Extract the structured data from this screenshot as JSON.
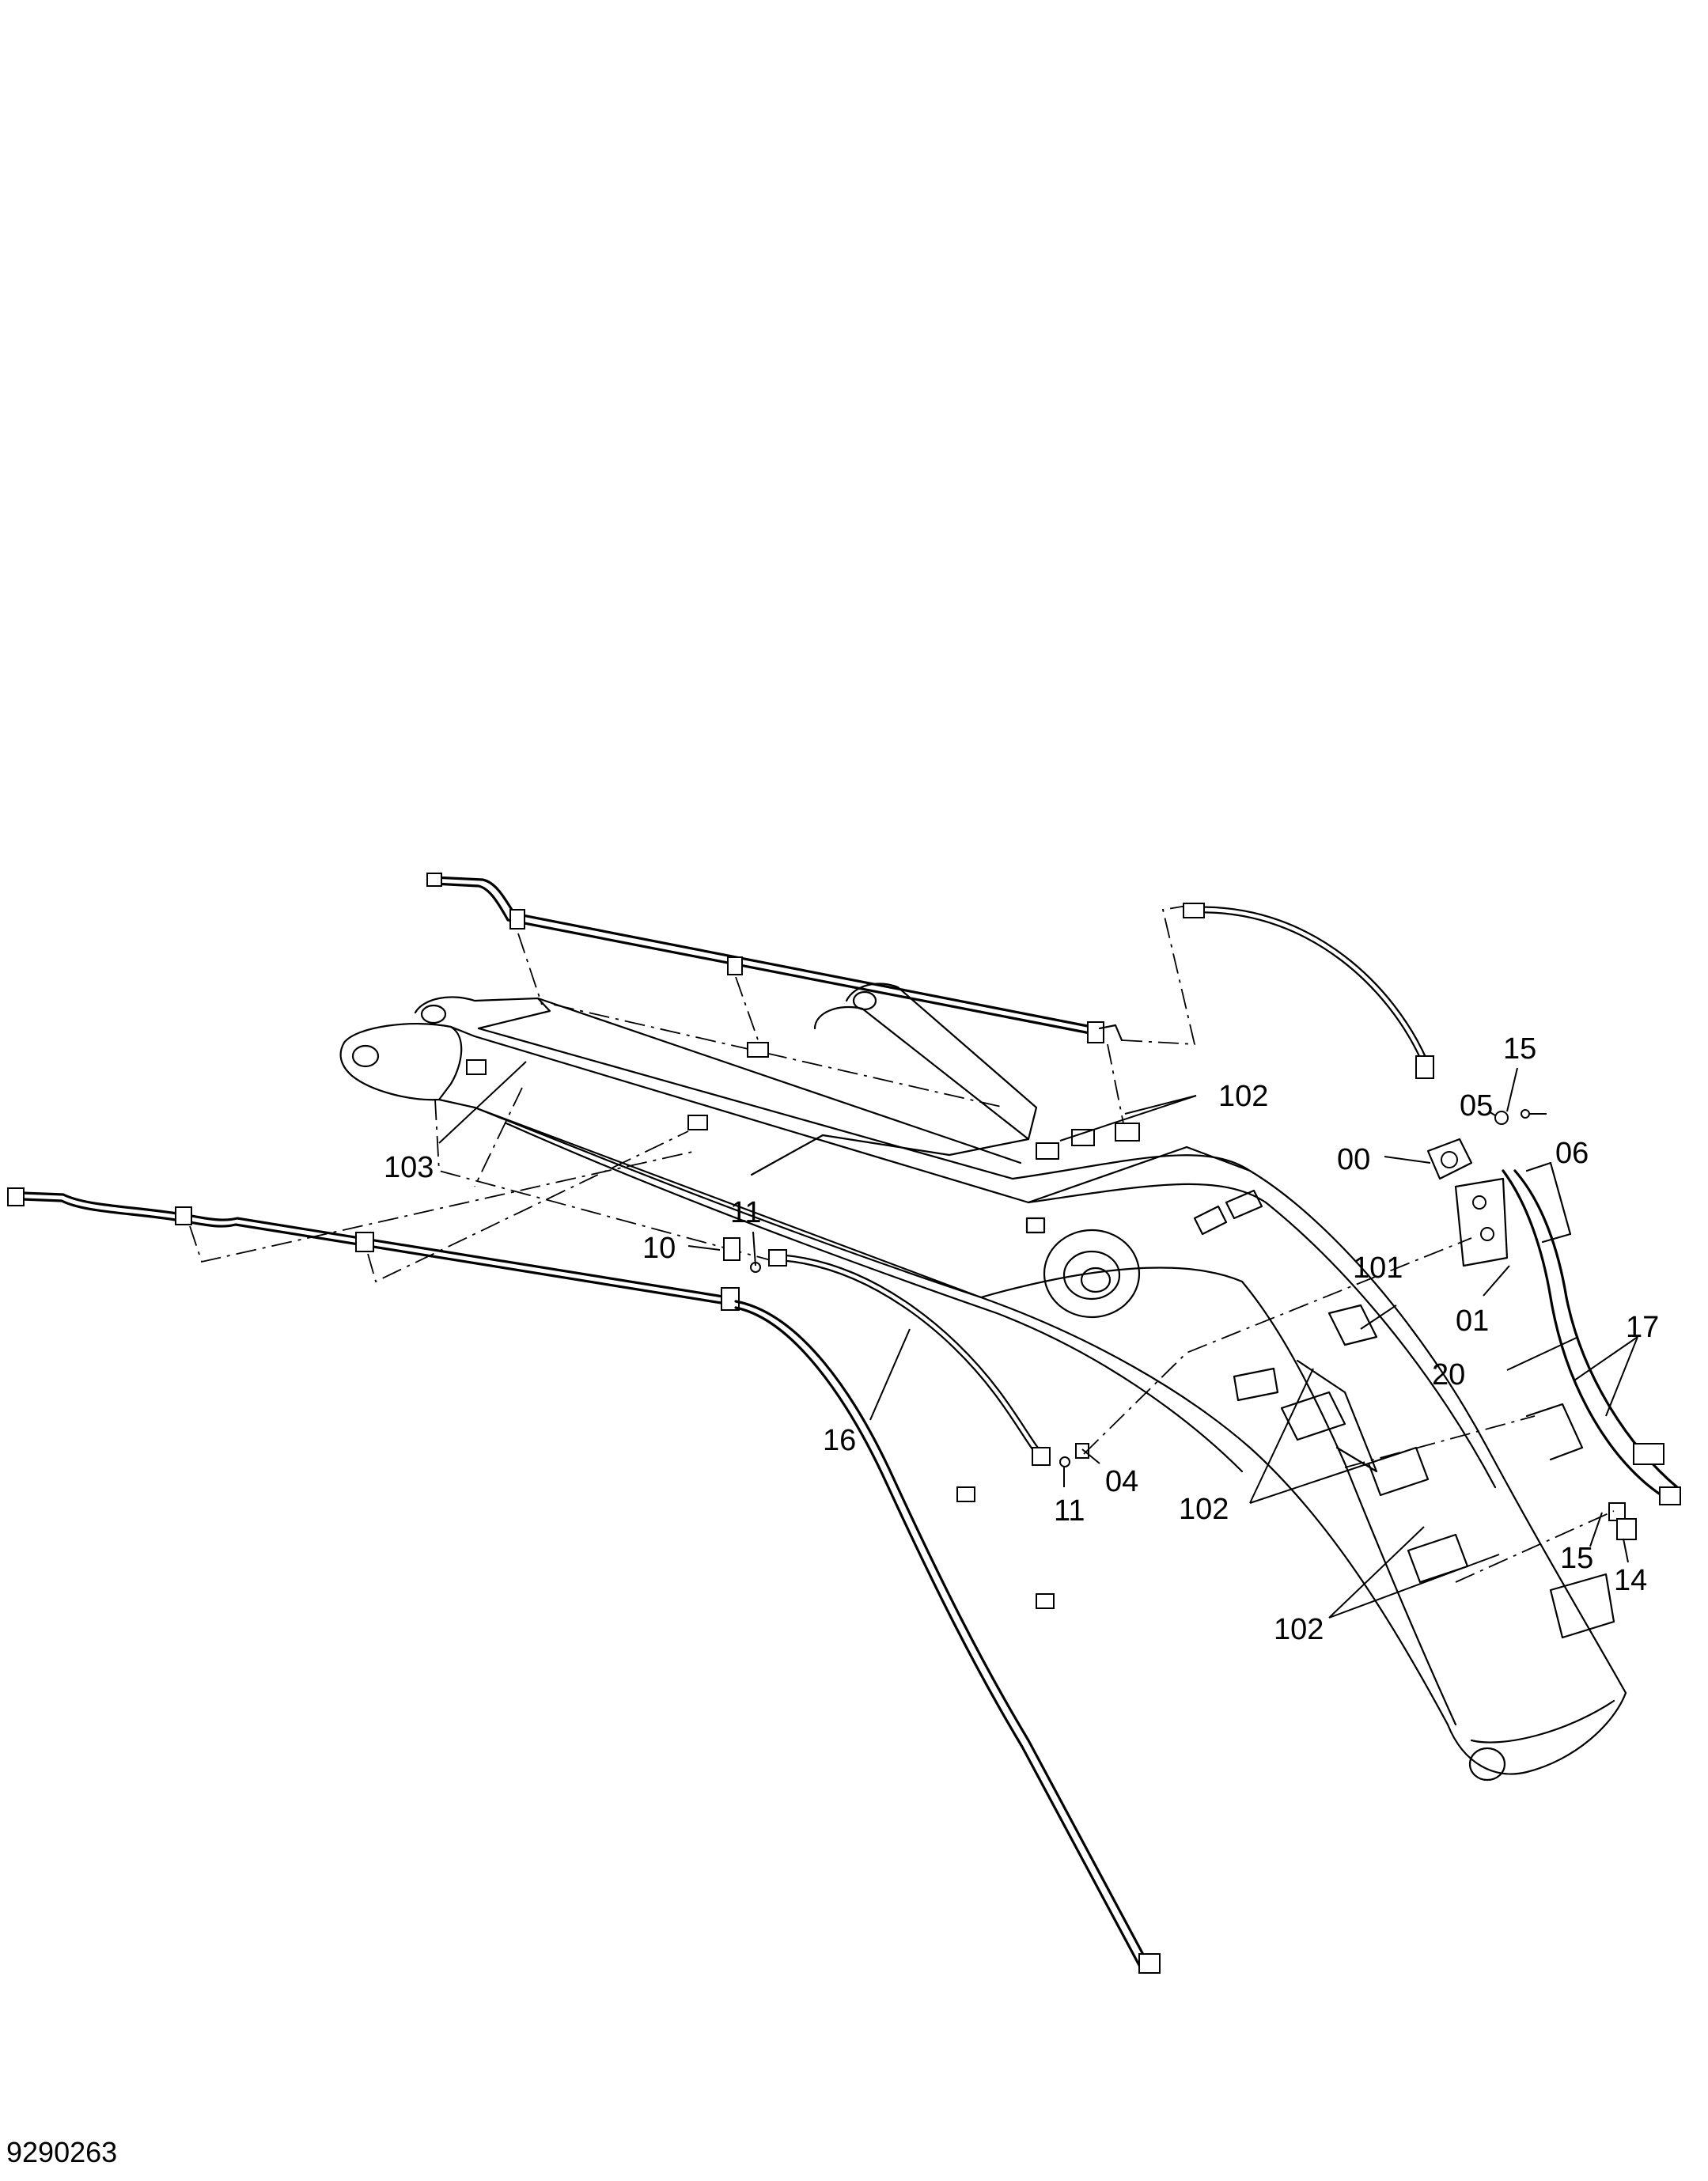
{
  "diagram": {
    "drawing_number": "9290263",
    "callouts": {
      "c00": "00",
      "c01": "01",
      "c04": "04",
      "c05": "05",
      "c06": "06",
      "c10": "10",
      "c11a": "11",
      "c11b": "11",
      "c14": "14",
      "c15a": "15",
      "c15b": "15",
      "c16": "16",
      "c17": "17",
      "c20": "20",
      "c101": "101",
      "c102a": "102",
      "c102b": "102",
      "c102c": "102",
      "c103": "103"
    }
  }
}
